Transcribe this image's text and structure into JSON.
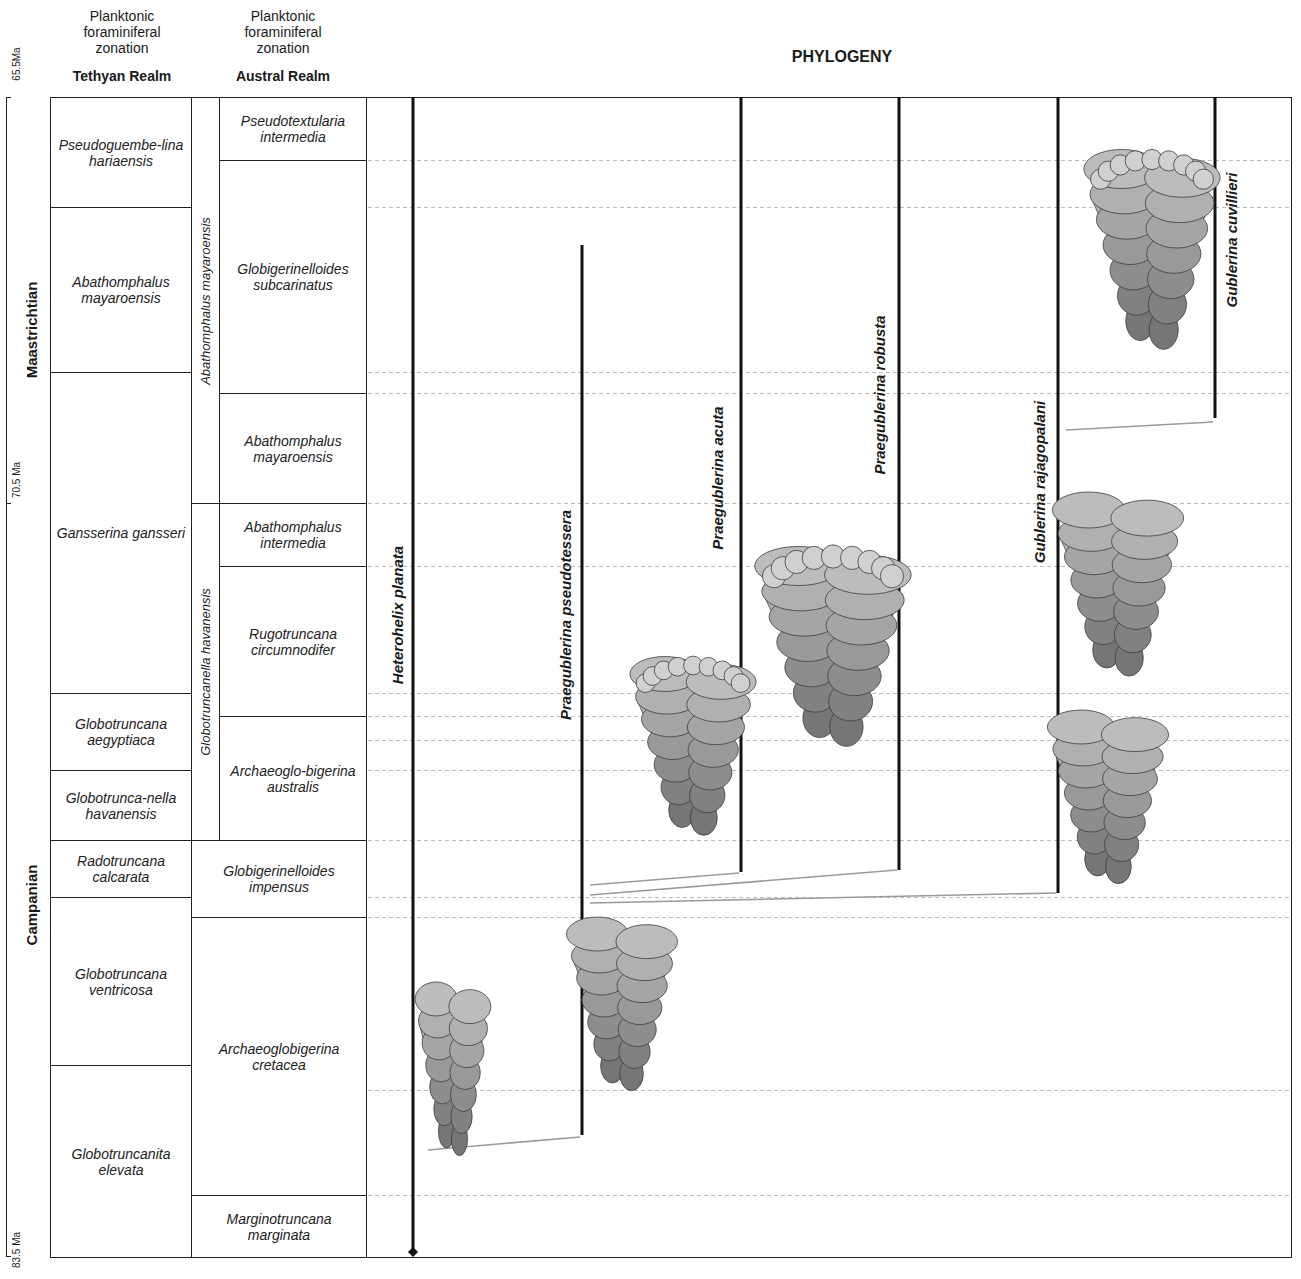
{
  "diagram": {
    "nodes": [
      {
        "text": [
          "Pseudoguembe-lina hariaensis"
        ]
      },
      {
        "text": [
          "Abathomphalus mayaroensis"
        ]
      },
      {
        "text": [
          "Gansserina gansseri"
        ]
      },
      {
        "text": [
          "Globotruncana aegyptiaca"
        ]
      },
      {
        "text": [
          "Globotrunca-nella havanensis"
        ]
      },
      {
        "text": [
          "Radotruncana calcarata"
        ]
      },
      {
        "text": [
          "Globotruncana ventricosa"
        ]
      },
      {
        "text": [
          "Globotruncanita elevata"
        ]
      },
      {
        "text": [
          "Abathomphalus mayaroensis"
        ]
      },
      {
        "text": [
          "Pseudotextularia intermedia"
        ]
      },
      {
        "text": [
          "Globigerinelloides subcarinatus"
        ]
      },
      {
        "text": [
          "Abathomphalus mayaroensis"
        ]
      },
      {
        "text": [
          "Globotruncanella havanensis"
        ]
      },
      {
        "text": [
          "Abathomphalus intermedia"
        ]
      },
      {
        "text": [
          "Rugotruncana circumnodifer"
        ]
      },
      {
        "text": [
          "Archaeoglo-bigerina australis"
        ]
      },
      {
        "text": [
          "Globigerinelloides impensus"
        ]
      },
      {
        "text": [
          "Archaeoglobigerina cretacea"
        ]
      },
      {
        "text": [
          "Marginotruncana marginata"
        ]
      }
    ],
    "labels": [
      "Planktonic foraminiferal zonation",
      "Tethyan Realm",
      "Planktonic foraminiferal zonation",
      "Austral Realm",
      "PHYLOGENY",
      "65.5Ma",
      "70.5 Ma",
      "83.5 Ma",
      "Maastrichtian",
      "Campanian",
      "Heterohelix planata",
      "Praegublerina pseudotessera",
      "Praegublerina acuta",
      "Praegublerina robusta",
      "Gublerina rajagopalani",
      "Gublerina cuvillieri"
    ]
  }
}
